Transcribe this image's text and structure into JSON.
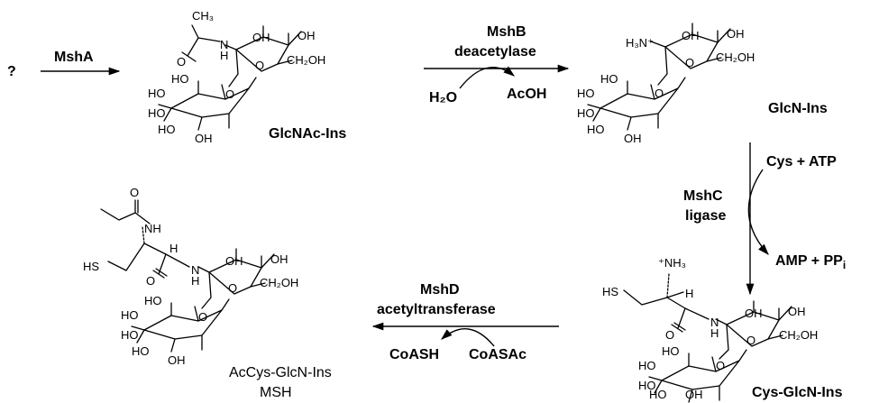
{
  "start": "?",
  "steps": {
    "msha": {
      "enzyme": "MshA"
    },
    "mshb": {
      "enzyme": "MshB",
      "role": "deacetylase",
      "reactant": "H₂O",
      "product": "AcOH"
    },
    "mshc": {
      "enzyme": "MshC",
      "role": "ligase",
      "reactant": "Cys + ATP",
      "product_main": "AMP + PP",
      "product_sub": "i"
    },
    "mshd": {
      "enzyme": "MshD",
      "role": "acetyltransferase",
      "reactant": "CoASAc",
      "product": "CoASH"
    }
  },
  "compounds": {
    "glcnac_ins": {
      "name": "GlcNAc-Ins"
    },
    "glcn_ins": {
      "name": "GlcN-Ins"
    },
    "cys_glcn_ins": {
      "name": "Cys-GlcN-Ins"
    },
    "accys_glcn_ins": {
      "name": "AcCys-GlcN-Ins",
      "alias": "MSH"
    }
  },
  "atoms": {
    "oh": "OH",
    "ho": "HO",
    "o": "O",
    "n": "N",
    "h": "H",
    "hs": "HS",
    "ch3": "CH₃",
    "ch2oh": "CH₂OH",
    "nh": "NH",
    "nh3": "⁺NH₃",
    "h3n": "H₃N⁺"
  }
}
